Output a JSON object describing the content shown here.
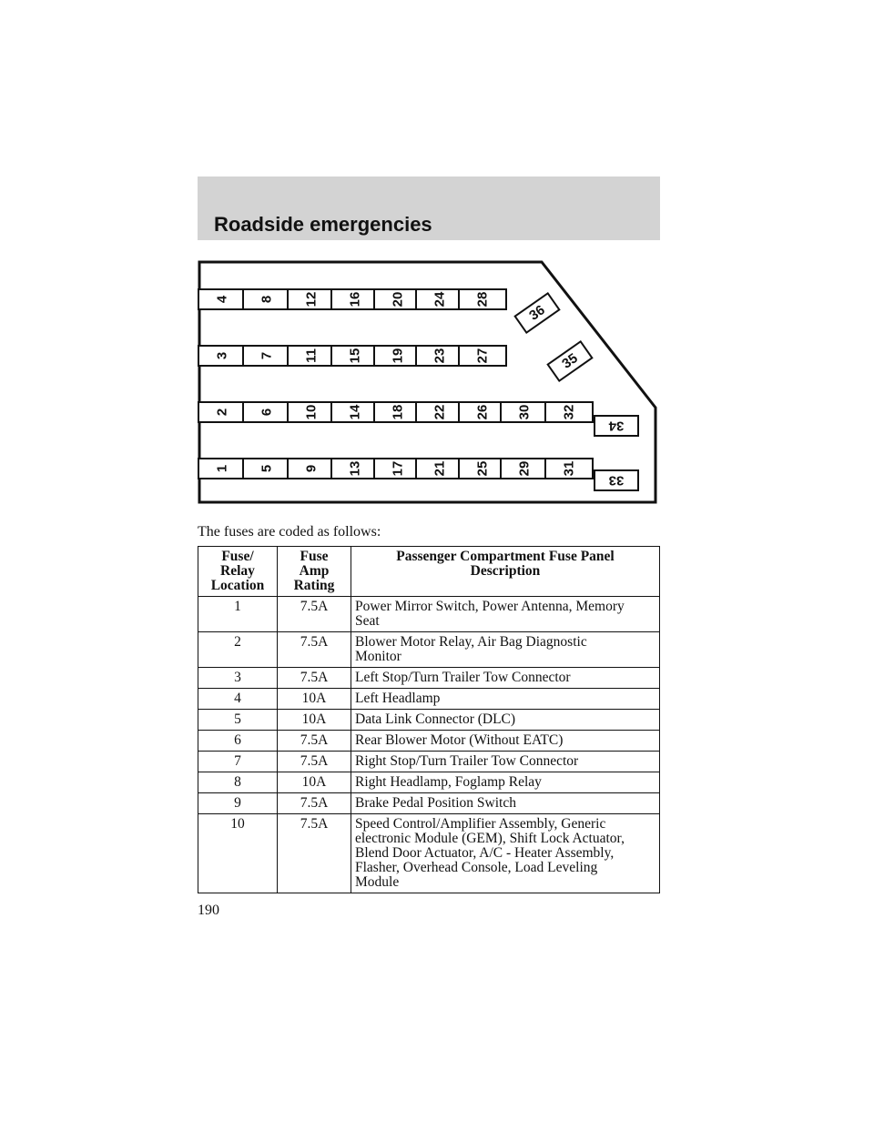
{
  "header": {
    "title": "Roadside emergencies"
  },
  "diagram": {
    "columns": [
      [
        "1",
        "2",
        "3",
        "4"
      ],
      [
        "5",
        "6",
        "7",
        "8"
      ],
      [
        "9",
        "10",
        "11",
        "12"
      ],
      [
        "13",
        "14",
        "15",
        "16"
      ],
      [
        "17",
        "18",
        "19",
        "20"
      ],
      [
        "21",
        "22",
        "23",
        "24"
      ],
      [
        "25",
        "26",
        "27",
        "28"
      ],
      [
        "29",
        "30"
      ],
      [
        "31",
        "32"
      ]
    ],
    "diagonal": [
      "36",
      "35"
    ],
    "right": [
      "34",
      "33"
    ]
  },
  "intro": "The fuses are coded as follows:",
  "table": {
    "headers": [
      "Fuse/\nRelay\nLocation",
      "Fuse\nAmp\nRating",
      "Passenger Compartment Fuse Panel\nDescription"
    ],
    "rows": [
      [
        "1",
        "7.5A",
        "Power Mirror Switch, Power Antenna, Memory\nSeat"
      ],
      [
        "2",
        "7.5A",
        "Blower Motor Relay, Air Bag Diagnostic\nMonitor"
      ],
      [
        "3",
        "7.5A",
        "Left Stop/Turn Trailer Tow Connector"
      ],
      [
        "4",
        "10A",
        "Left Headlamp"
      ],
      [
        "5",
        "10A",
        "Data Link Connector (DLC)"
      ],
      [
        "6",
        "7.5A",
        "Rear Blower Motor (Without EATC)"
      ],
      [
        "7",
        "7.5A",
        "Right Stop/Turn Trailer Tow Connector"
      ],
      [
        "8",
        "10A",
        "Right Headlamp, Foglamp Relay"
      ],
      [
        "9",
        "7.5A",
        "Brake Pedal Position Switch"
      ],
      [
        "10",
        "7.5A",
        "Speed Control/Amplifier Assembly, Generic\nelectronic Module (GEM), Shift Lock Actuator,\nBlend Door Actuator, A/C - Heater Assembly,\nFlasher, Overhead Console, Load Leveling\nModule"
      ]
    ]
  },
  "page_number": "190"
}
